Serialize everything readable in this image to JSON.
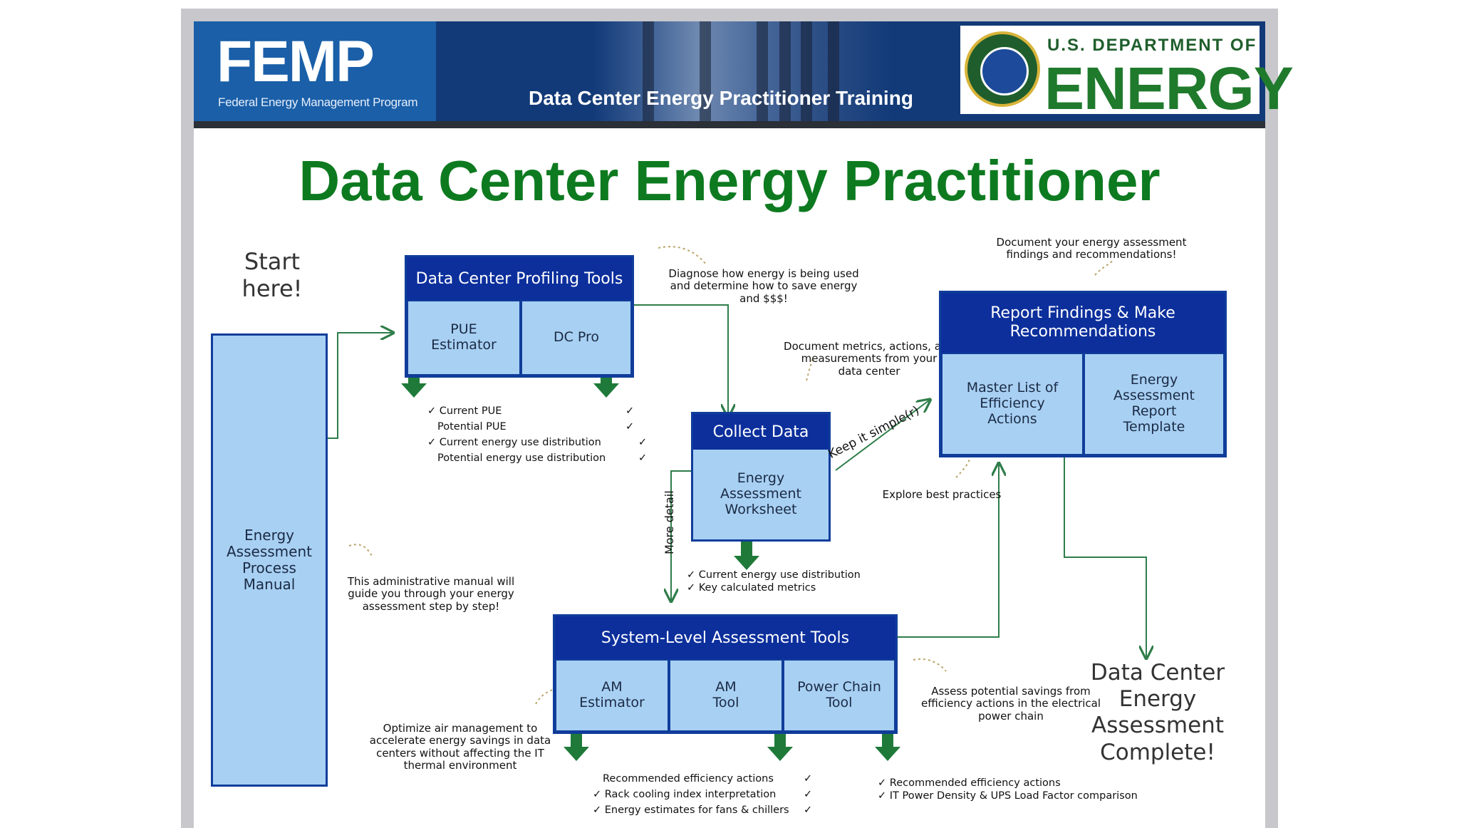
{
  "banner": {
    "femp_logo": "FEMP",
    "femp_subtitle": "Federal Energy Management Program",
    "training_title": "Data Center Energy Practitioner Training",
    "doe_line1": "U.S. DEPARTMENT OF",
    "doe_line2": "ENERGY"
  },
  "title": "Data Center Energy Practitioner",
  "start": "Start\nhere!",
  "manual": "Energy\nAssessment\nProcess\nManual",
  "manual_note": "This administrative manual will\nguide you through your energy\nassessment step by step!",
  "profiling": {
    "header": "Data Center Profiling Tools",
    "pue": "PUE\nEstimator",
    "dcpro": "DC Pro",
    "note": "Diagnose how energy is being used\nand determine how to save energy\nand $$$!",
    "checks": [
      "Current PUE",
      "Potential PUE",
      "Current energy use distribution",
      "Potential energy use distribution"
    ]
  },
  "collect": {
    "header": "Collect Data",
    "worksheet": "Energy\nAssessment\nWorksheet",
    "note": "Document metrics, actions, and\nmeasurements from your\ndata center",
    "checks": [
      "Current energy use distribution",
      "Key calculated metrics"
    ],
    "more_detail": "More detail",
    "keep_simple": "Keep it simple(r)"
  },
  "report": {
    "header": "Report Findings & Make\nRecommendations",
    "master": "Master List of\nEfficiency\nActions",
    "template": "Energy\nAssessment\nReport\nTemplate",
    "note": "Document your energy assessment\nfindings and recommendations!",
    "best": "Explore best practices"
  },
  "system": {
    "header": "System-Level Assessment Tools",
    "am_est": "AM\nEstimator",
    "am_tool": "AM\nTool",
    "power": "Power Chain\nTool",
    "am_note": "Optimize air management to\naccelerate energy savings in data\ncenters without affecting the IT\nthermal environment",
    "power_note": "Assess potential savings from\nefficiency actions in the electrical\npower chain",
    "am_checks": [
      "Recommended efficiency actions",
      "Rack cooling index interpretation",
      "Energy estimates for fans & chillers"
    ],
    "power_checks": [
      "Recommended efficiency actions",
      "IT Power Density & UPS Load Factor comparison"
    ]
  },
  "complete": "Data Center\nEnergy\nAssessment\nComplete!"
}
